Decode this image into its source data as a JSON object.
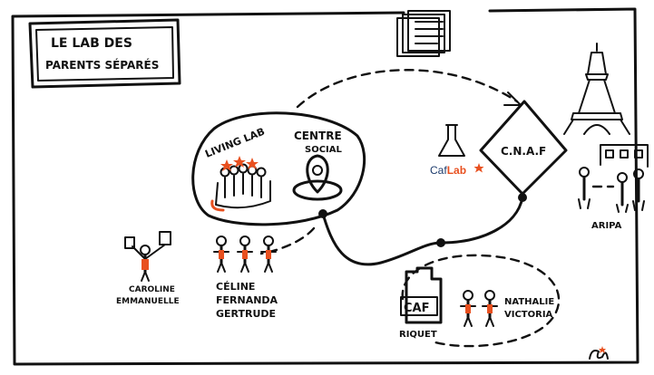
{
  "title": {
    "line1": "LE LAB DES",
    "line2": "PARENTS SÉPARÉS"
  },
  "nodes": {
    "living_lab": "LIVING LAB",
    "centre_social": {
      "line1": "CENTRE",
      "line2": "SOCIAL"
    },
    "cnaf": "C.N.A.F",
    "caflab": {
      "caf": "Caf",
      "lab": "Lab"
    },
    "aripa": "ARIPA",
    "caf_building": "CAF",
    "riquet": "RIQUET"
  },
  "people": {
    "group_left": {
      "line1": "CAROLINE",
      "line2": "EMMANUELLE"
    },
    "group_center": {
      "line1": "CÉLINE",
      "line2": "FERNANDA",
      "line3": "GERTRUDE"
    },
    "group_right": {
      "line1": "NATHALIE",
      "line2": "VICTORIA"
    }
  },
  "colors": {
    "ink": "#111111",
    "accent": "#e8501f",
    "caflab_blue": "#1b3a6b"
  }
}
